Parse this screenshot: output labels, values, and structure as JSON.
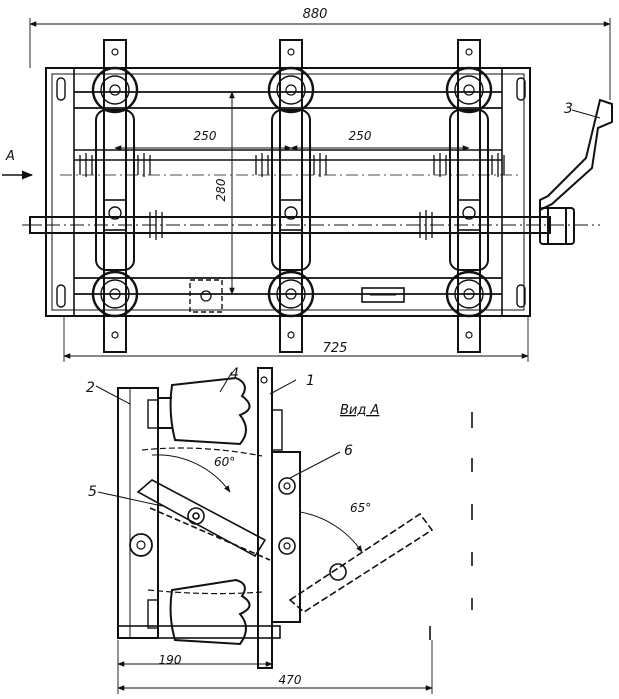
{
  "dimensions": {
    "overall_width": "880",
    "phase_spacing_left": "250",
    "phase_spacing_right": "250",
    "height": "280",
    "base_length": "725",
    "side_offset": "190",
    "side_width": "470"
  },
  "view_arrow_label": "A",
  "angles": {
    "upper": "60°",
    "lower": "65°"
  },
  "view_title": "Вид А",
  "callouts": [
    "1",
    "2",
    "3",
    "4",
    "5",
    "6"
  ],
  "colors": {
    "ink": "#111111",
    "paper": "#ffffff"
  }
}
